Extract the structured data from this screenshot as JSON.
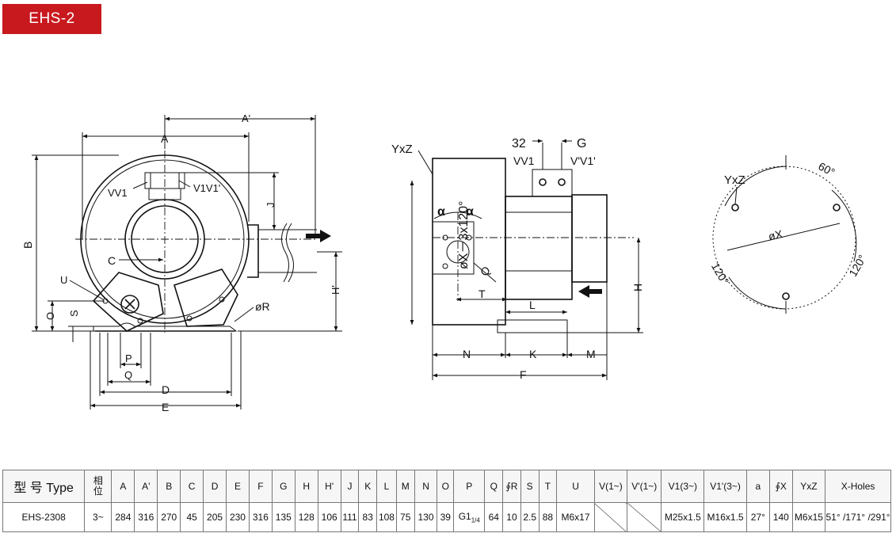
{
  "model_badge": "EHS-2",
  "drawing_labels": {
    "left": {
      "A": "A",
      "A_prime": "A'",
      "B": "B",
      "J": "J",
      "H_prime": "H'",
      "C": "C",
      "U": "U",
      "O": "O",
      "S": "S",
      "P": "P",
      "Q": "Q",
      "D": "D",
      "E": "E",
      "R": "øR",
      "VV1": "VV1",
      "V1V1": "V1V1'"
    },
    "middle": {
      "YxZ": "YxZ",
      "X_angle": "øX－3x120°",
      "alpha1": "α",
      "alpha2": "α",
      "dim_32": "32",
      "G": "G",
      "VV1": "VV1",
      "V1V1": "V'V1'",
      "Q": "Q",
      "T": "T",
      "L": "L",
      "H": "H",
      "N": "N",
      "K": "K",
      "M": "M",
      "F": "F"
    },
    "right": {
      "YxZ": "YxZ",
      "deg60": "60°",
      "X": "øX",
      "deg120a": "120°",
      "deg120b": "120°"
    }
  },
  "table": {
    "headers": [
      "型 号 Type",
      "相位",
      "A",
      "A'",
      "B",
      "C",
      "D",
      "E",
      "F",
      "G",
      "H",
      "H'",
      "J",
      "K",
      "L",
      "M",
      "N",
      "O",
      "P",
      "Q",
      "∮R",
      "S",
      "T",
      "U",
      "V(1~)",
      "V'(1~)",
      "V1(3~)",
      "V1'(3~)",
      "a",
      "∮X",
      "YxZ",
      "X-Holes"
    ],
    "rows": [
      [
        "EHS-2308",
        "3~",
        "284",
        "316",
        "270",
        "45",
        "205",
        "230",
        "316",
        "135",
        "128",
        "106",
        "111",
        "83",
        "108",
        "75",
        "130",
        "39",
        "G1",
        "64",
        "10",
        "2.5",
        "88",
        "M6x17",
        "",
        "",
        "M25x1.5",
        "M16x1.5",
        "27°",
        "140",
        "M6x15",
        "51° /171° /291°"
      ]
    ],
    "p_subscript": "1/4"
  }
}
